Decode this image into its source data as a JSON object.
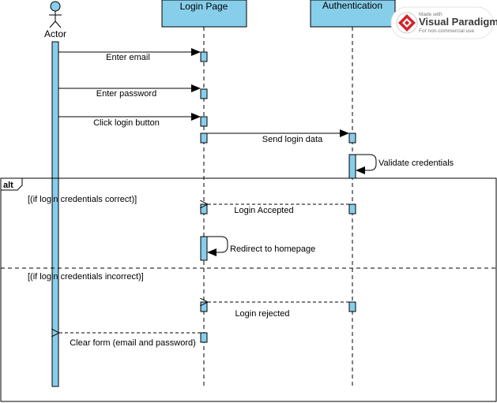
{
  "lifelines": {
    "actor": "Actor",
    "login_page": "Login Page",
    "authentication": "Authentication"
  },
  "messages": {
    "enter_email": "Enter email",
    "enter_password": "Enter password",
    "click_login": "Click login button",
    "send_login_data": "Send login data",
    "validate_credentials": "Validate credentials",
    "login_accepted": "Login Accepted",
    "redirect_homepage": "Redirect to homepage",
    "login_rejected": "Login rejected",
    "clear_form": "Clear form (email and password)"
  },
  "fragment": {
    "operator": "alt",
    "guard_correct": "[(if login credentials correct)]",
    "guard_incorrect": "[(if login credentials incorrect)]"
  },
  "watermark": {
    "made_with": "Made with",
    "brand": "Visual Paradigm",
    "note": "For non-commercial use"
  },
  "colors": {
    "lifeline_fill": "#87CEEB",
    "activation_fill": "#87CEEB",
    "line": "#000000",
    "brand_red": "#d4232b"
  }
}
